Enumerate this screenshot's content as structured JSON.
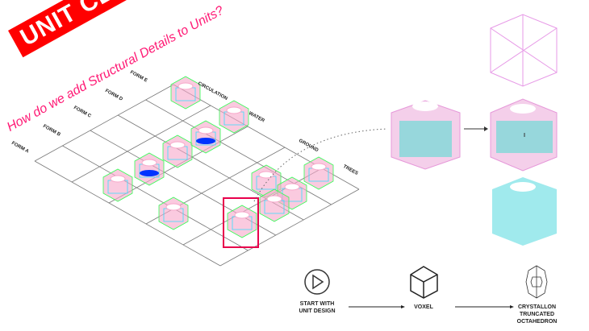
{
  "title": "UNIT CELL",
  "question": "How do we add Structural Details to Units?",
  "rows": [
    "FORM A",
    "FORM B",
    "FORM C",
    "FORM D",
    "FORM E"
  ],
  "columns": [
    "CIRCULATION",
    "WATER",
    "GROUND",
    "TREES"
  ],
  "flow": {
    "step1": "START WITH UNIT DESIGN",
    "step2": "VOXEL",
    "step3": "CRYSTALLON TRUNCATED OCTAHEDRON"
  },
  "colors": {
    "pink": "#f7a6c9",
    "cyan": "#33e0ff",
    "green": "#33ff55",
    "red": "#e8004c",
    "blue": "#0033ff"
  }
}
